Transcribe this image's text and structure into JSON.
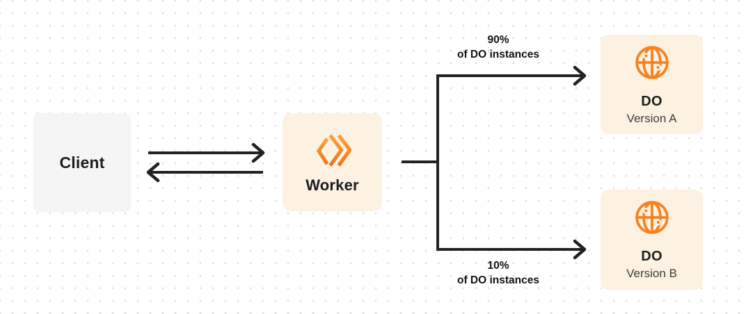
{
  "colors": {
    "background": "#ffffff",
    "dot_grid": "#e3e3e4",
    "client_box": "#f5f5f6",
    "cream_box": "#fdf1e2",
    "brand_orange": "#f6821f",
    "line": "#222222",
    "text_primary": "#1d1d1f",
    "text_secondary": "#3c3c3c"
  },
  "nodes": {
    "client": {
      "label": "Client"
    },
    "worker": {
      "label": "Worker",
      "icon": "cloudflare-workers-logo"
    },
    "do_a": {
      "label": "DO",
      "sublabel": "Version A",
      "icon": "globe"
    },
    "do_b": {
      "label": "DO",
      "sublabel": "Version B",
      "icon": "globe"
    }
  },
  "edge_labels": {
    "top": {
      "line1": "90%",
      "line2": "of DO instances"
    },
    "bottom": {
      "line1": "10%",
      "line2": "of DO instances"
    }
  }
}
